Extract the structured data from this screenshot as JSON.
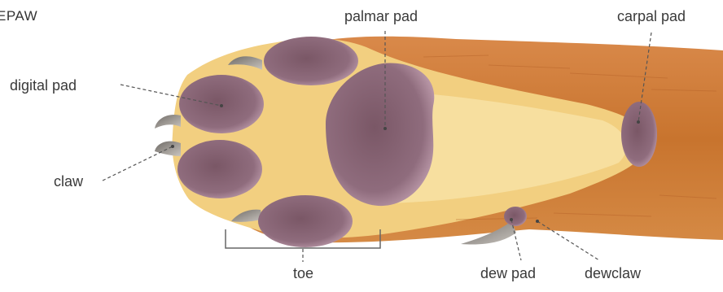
{
  "title": "EPAW",
  "labels": {
    "palmar_pad": "palmar pad",
    "carpal_pad": "carpal pad",
    "digital_pad": "digital pad",
    "claw": "claw",
    "toe": "toe",
    "dew_pad": "dew pad",
    "dewclaw": "dewclaw"
  },
  "colors": {
    "fur_dark": "#c8742e",
    "fur_light": "#f4d488",
    "pad": "#8d6a7a",
    "pad_edge": "#b592a2",
    "claw": "#8a8580",
    "leader": "#555555"
  }
}
